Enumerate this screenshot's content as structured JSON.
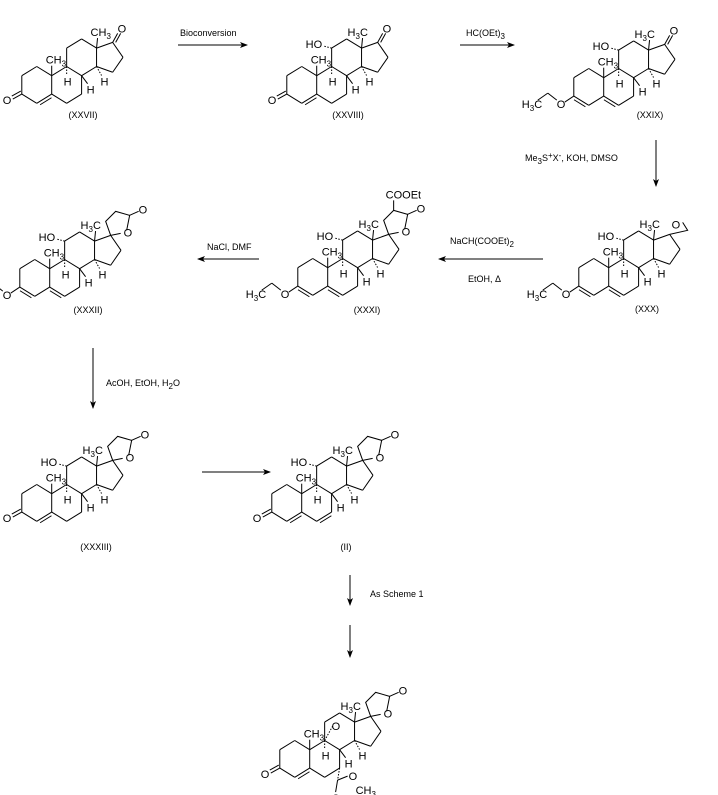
{
  "scheme": {
    "compounds": [
      {
        "id": "XXVII",
        "label": "(XXVII)",
        "c3": "ketone",
        "delta56": false,
        "c11": "none",
        "c17": "ketone",
        "c7": "none"
      },
      {
        "id": "XXVIII",
        "label": "(XXVIII)",
        "c3": "ketone",
        "delta56": false,
        "c11": "OH",
        "c17": "ketone",
        "c7": "none"
      },
      {
        "id": "XXIX",
        "label": "(XXIX)",
        "c3": "enol-ether",
        "delta56": true,
        "c11": "OH",
        "c17": "ketone",
        "c7": "none"
      },
      {
        "id": "XXX",
        "label": "(XXX)",
        "c3": "enol-ether",
        "delta56": true,
        "c11": "OH",
        "c17": "epoxide",
        "c7": "none"
      },
      {
        "id": "XXXI",
        "label": "(XXXI)",
        "c3": "enol-ether",
        "delta56": true,
        "c11": "OH",
        "c17": "lactone-ester",
        "c7": "none"
      },
      {
        "id": "XXXII",
        "label": "(XXXII)",
        "c3": "enol-ether",
        "delta56": true,
        "c11": "OH",
        "c17": "lactone",
        "c7": "none"
      },
      {
        "id": "XXXIII",
        "label": "(XXXIII)",
        "c3": "ketone",
        "delta56": false,
        "c11": "OH",
        "c17": "lactone",
        "c7": "none"
      },
      {
        "id": "II",
        "label": "(II)",
        "c3": "ketone",
        "delta56": false,
        "delta67": true,
        "c11": "OH",
        "c17": "lactone",
        "c7": "none"
      },
      {
        "id": "final",
        "label": "",
        "c3": "ketone",
        "delta56": false,
        "c11": "epoxide",
        "c17": "lactone",
        "c7": "ester"
      }
    ],
    "reagents": {
      "step1": "Bioconversion",
      "step2": "HC(OEt)",
      "step2_sub": "3",
      "step3_a": "Me",
      "step3_sub": "3",
      "step3_b": "S",
      "step3_sup1": "+",
      "step3_c": "X",
      "step3_sup2": "-",
      "step3_d": ", KOH, DMSO",
      "step4_top": "NaCH(COOEt)",
      "step4_top_sub": "2",
      "step4_bottom": "EtOH, Δ",
      "step5": "NaCl, DMF",
      "step6": "AcOH, EtOH, H",
      "step6_sub": "2",
      "step6_end": "O",
      "step8": "As Scheme 1"
    },
    "atoms": {
      "ch3": "CH",
      "three": "3",
      "h3c": "H",
      "c": "C",
      "o": "O",
      "h": "H",
      "ho": "HO",
      "cooet": "COOEt"
    }
  }
}
